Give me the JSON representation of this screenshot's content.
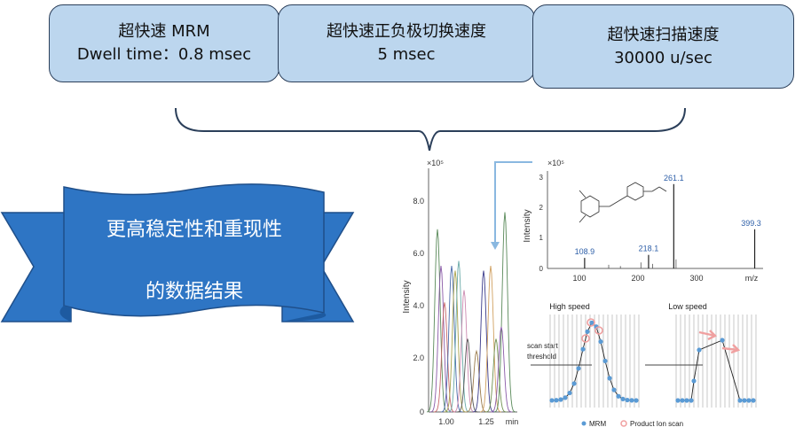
{
  "feature_boxes": [
    {
      "line1": "超快速 MRM",
      "line2": "Dwell time：0.8 msec"
    },
    {
      "line1": "超快速正负极切换速度",
      "line2": "5 msec"
    },
    {
      "line1": "超快速扫描速度",
      "line2": "30000 u/sec"
    }
  ],
  "banner": {
    "line1": "更高稳定性和重现性",
    "line2": "的数据结果"
  },
  "chromatogram": {
    "exponent_label": "×10⁵",
    "y_ticks": [
      "0",
      "2.0",
      "4.0",
      "6.0",
      "8.0"
    ],
    "ylabel": "Intensity",
    "x_ticks": [
      "1.00",
      "1.25"
    ],
    "xunit": "min"
  },
  "spectrum": {
    "exponent_label": "×10⁵",
    "y_ticks": [
      "0",
      "1",
      "2",
      "3"
    ],
    "ylabel": "Intensity",
    "x_ticks": [
      "100",
      "200",
      "300"
    ],
    "xunit": "m/z",
    "peak_labels": [
      "261.1",
      "399.3",
      "108.9",
      "218.1"
    ],
    "peaks_mz": [
      261.1,
      399.3,
      108.9,
      218.1
    ],
    "peaks_rel": [
      2.8,
      1.3,
      0.35,
      0.45
    ]
  },
  "scan_panels": {
    "high_speed_title": "High speed",
    "low_speed_title": "Low speed",
    "threshold_label_line1": "scan start",
    "threshold_label_line2": "threshold",
    "legend_mrm": "MRM",
    "legend_product": "Product Ion scan"
  },
  "colors": {
    "box_fill": "#bcd6ee",
    "banner_blue": "#2e75c4",
    "mrm_point": "#5b9bd5",
    "product_ion": "#f0a0a0",
    "peak_label": "#2e5fa8"
  }
}
